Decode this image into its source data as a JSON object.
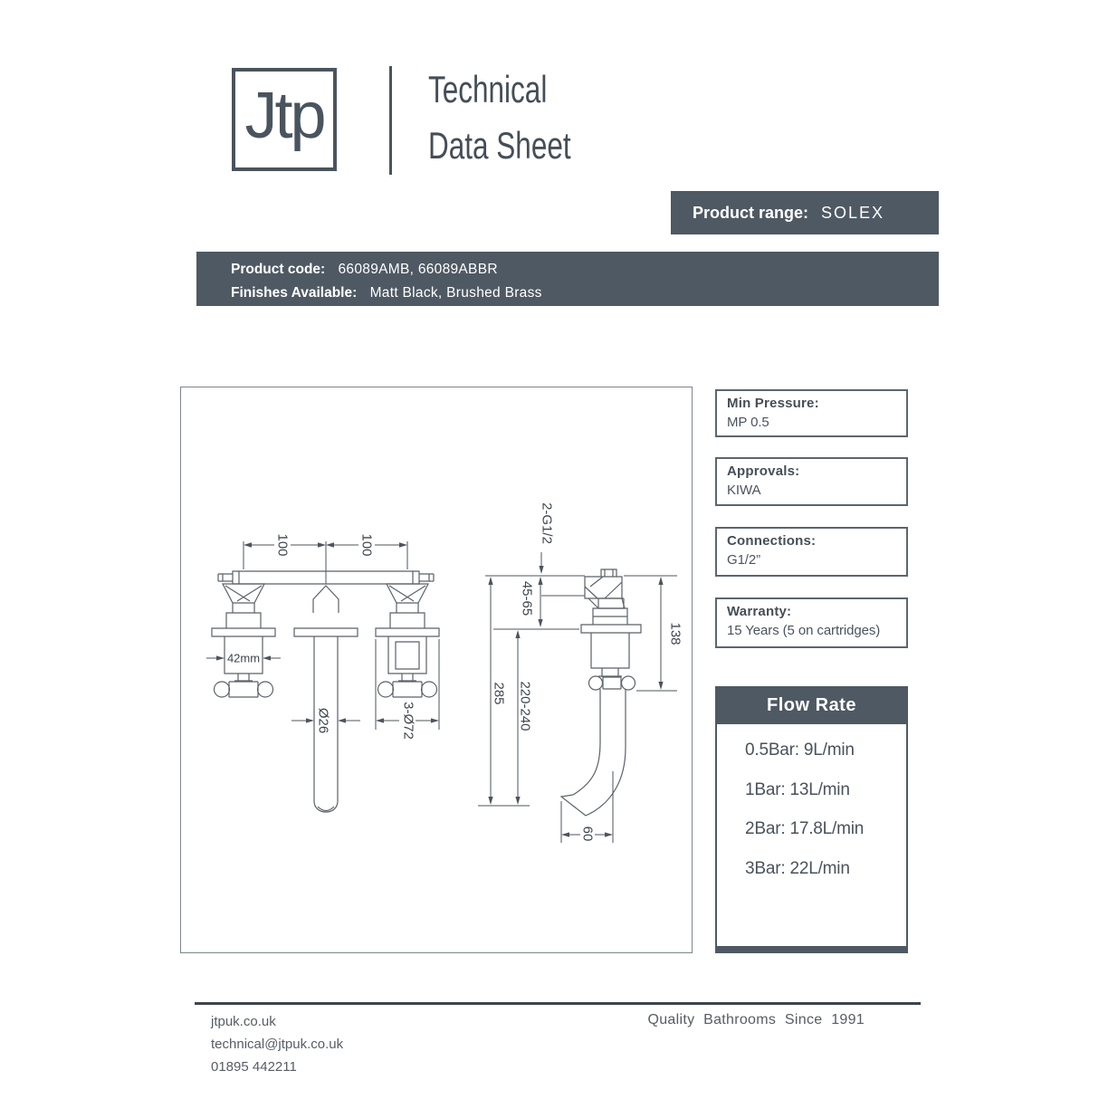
{
  "header": {
    "logo_text": "Jtp",
    "title_line1": "Technical",
    "title_line2": "Data Sheet"
  },
  "product_range": {
    "label": "Product range:",
    "value": "SOLEX"
  },
  "product_info": {
    "code_label": "Product code:",
    "code_value": "66089AMB, 66089ABBR",
    "finishes_label": "Finishes Available:",
    "finishes_value": "Matt Black, Brushed Brass"
  },
  "info_boxes": [
    {
      "label": "Min Pressure:",
      "value": "MP 0.5"
    },
    {
      "label": "Approvals:",
      "value": "KIWA"
    },
    {
      "label": "Connections:",
      "value": "G1/2”"
    },
    {
      "label": "Warranty:",
      "value": "15 Years (5 on cartridges)"
    }
  ],
  "flow_rate": {
    "title": "Flow Rate",
    "rows": [
      "0.5Bar: 9L/min",
      "1Bar: 13L/min",
      "2Bar: 17.8L/min",
      "3Bar: 22L/min"
    ]
  },
  "drawing": {
    "front": {
      "spacing_left": "100",
      "spacing_right": "100",
      "handle_width": "42mm",
      "spout_diameter": "Ø26",
      "flange_diameter": "3-Ø72"
    },
    "side": {
      "inlet": "2-G1/2",
      "wall_depth": "45-65",
      "height": "138",
      "total_height": "285",
      "spout_height_range": "220-240",
      "spout_tip": "60"
    }
  },
  "footer": {
    "website": "jtpuk.co.uk",
    "email": "technical@jtpuk.co.uk",
    "phone": "01895 442211",
    "tagline": "Quality Bathrooms Since 1991"
  },
  "colors": {
    "accent": "#4f5963",
    "ink": "#4a545e",
    "line": "#5b6269"
  }
}
